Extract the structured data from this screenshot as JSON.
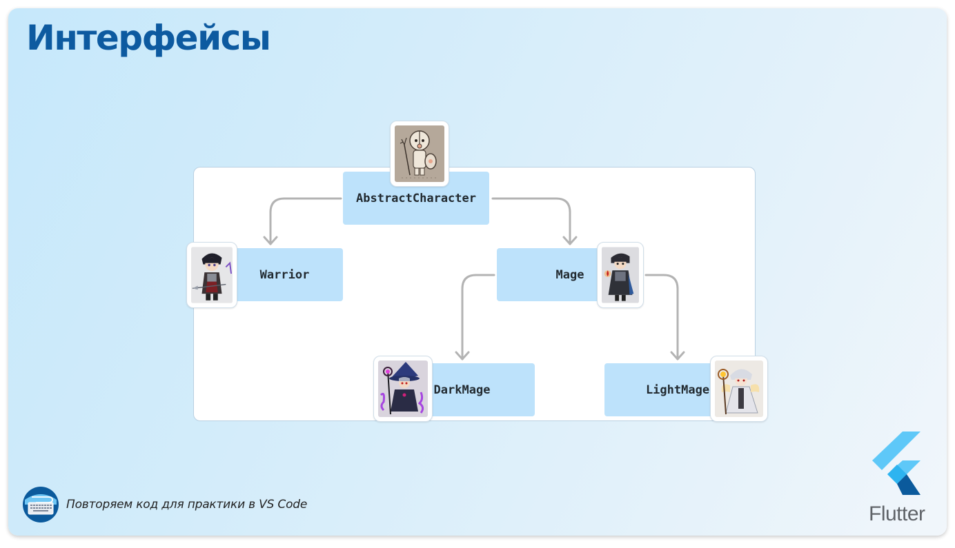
{
  "slide": {
    "title": "Интерфейсы",
    "footer_text": "Повторяем код для практики в VS Code",
    "footer_icon": "keyboard-icon",
    "brand": {
      "logo": "flutter-logo-icon",
      "name": "Flutter"
    }
  },
  "diagram": {
    "nodes": [
      {
        "id": "abstract",
        "label": "AbstractCharacter",
        "avatar": "abstract-character-avatar"
      },
      {
        "id": "warrior",
        "label": "Warrior",
        "avatar": "warrior-avatar"
      },
      {
        "id": "mage",
        "label": "Mage",
        "avatar": "mage-avatar"
      },
      {
        "id": "darkmage",
        "label": "DarkMage",
        "avatar": "dark-mage-avatar"
      },
      {
        "id": "lightmage",
        "label": "LightMage",
        "avatar": "light-mage-avatar"
      }
    ],
    "edges": [
      {
        "from": "AbstractCharacter",
        "to": "Warrior"
      },
      {
        "from": "AbstractCharacter",
        "to": "Mage"
      },
      {
        "from": "Mage",
        "to": "DarkMage"
      },
      {
        "from": "Mage",
        "to": "LightMage"
      }
    ]
  },
  "colors": {
    "title": "#0d5aa0",
    "class_box": "#bde2fb",
    "arrow": "#b0b0b0",
    "flutter_light": "#5ec8f8",
    "flutter_mid": "#2db4f0",
    "flutter_dark": "#0b5a9c"
  }
}
